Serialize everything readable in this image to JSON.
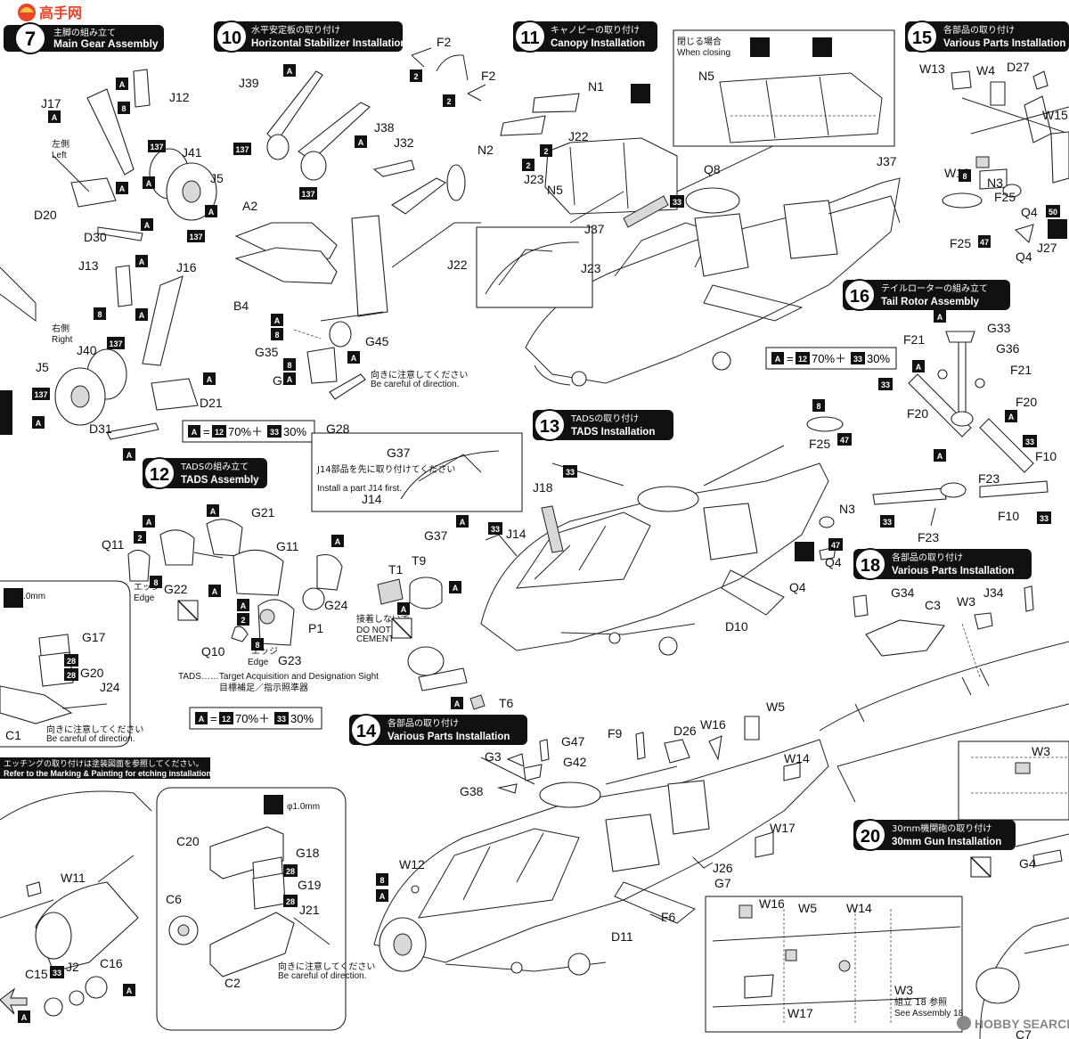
{
  "watermarks": {
    "top_left_logo": "高手网",
    "bottom_right": "HOBBY SEARCH"
  },
  "steps": [
    {
      "num": "7",
      "jp": "主脚の組み立て",
      "en": "Main Gear Assembly"
    },
    {
      "num": "10",
      "jp": "水平安定板の取り付け",
      "en": "Horizontal Stabilizer Installation"
    },
    {
      "num": "11",
      "jp": "キャノピーの取り付け",
      "en": "Canopy Installation"
    },
    {
      "num": "15",
      "jp": "各部品の取り付け",
      "en": "Various Parts Installation"
    },
    {
      "num": "16",
      "jp": "テイルローターの組み立て",
      "en": "Tail Rotor Assembly"
    },
    {
      "num": "13",
      "jp": "TADSの取り付け",
      "en": "TADS Installation"
    },
    {
      "num": "12",
      "jp": "TADSの組み立て",
      "en": "TADS Assembly"
    },
    {
      "num": "18",
      "jp": "各部品の取り付け",
      "en": "Various Parts Installation"
    },
    {
      "num": "14",
      "jp": "各部品の取り付け",
      "en": "Various Parts Installation"
    },
    {
      "num": "20",
      "jp": "30mm機関砲の取り付け",
      "en": "30mm Gun Installation"
    }
  ],
  "notes": {
    "closing_jp": "閉じる場合",
    "closing_en": "When closing",
    "left_jp": "左側",
    "left_en": "Left",
    "right_jp": "右側",
    "right_en": "Right",
    "direction_jp": "向きに注意してください",
    "direction_en": "Be careful of direction.",
    "j14_jp": "J14部品を先に取り付けてください",
    "j14_en": "Install a part J14 first.",
    "no_cement_jp": "接着しないで",
    "no_cement_en1": "DO NOT",
    "no_cement_en2": "CEMENT",
    "edge_jp": "エッジ",
    "edge_en": "Edge",
    "tads_def_en": "TADS……Target Acquisition and Designation Sight",
    "tads_def_jp": "目標補足／指示照準器",
    "etching_jp": "エッチングの取り付けは塗装図面を参照してください。",
    "etching_en": "Refer to the Marking & Painting for etching installation.",
    "drill": "φ1.0mm",
    "see_assembly_jp": "組立 18 参照",
    "see_assembly_en": "See Assembly 18",
    "mix_prefix": "A",
    "mix_eq": "=",
    "mix_c1": "12",
    "mix_p1": "70%＋",
    "mix_c2": "33",
    "mix_p2": "30%"
  },
  "colors": {
    "ink": "#111111",
    "tag_bg": "#111111",
    "tag_text": "#ffffff",
    "paper": "#ffffff"
  },
  "parts": {
    "p7": [
      "J17",
      "J12",
      "J41",
      "J5",
      "D20",
      "D30",
      "J13",
      "J16",
      "J40",
      "J5",
      "D21",
      "D31"
    ],
    "p10": [
      "J39",
      "J38",
      "J32",
      "A2",
      "B4",
      "G35",
      "G45",
      "G28",
      "G28"
    ],
    "p11": [
      "F2",
      "F2",
      "N1",
      "N2",
      "J22",
      "J23",
      "N5",
      "J37",
      "Q8",
      "J22",
      "J23",
      "N5",
      "J37"
    ],
    "p15": [
      "W13",
      "W4",
      "D27",
      "W15",
      "W18",
      "N3",
      "F25",
      "Q4",
      "F25",
      "Q4",
      "J27"
    ],
    "p16": [
      "F21",
      "G33",
      "G36",
      "F21",
      "F20",
      "F20",
      "F10",
      "F23",
      "F10",
      "F23"
    ],
    "p13": [
      "G37",
      "J14",
      "J18",
      "T1",
      "T9",
      "G37",
      "J14",
      "D10",
      "T6",
      "F25",
      "N3",
      "Q4",
      "Q4"
    ],
    "p12": [
      "G21",
      "Q11",
      "G22",
      "G11",
      "G24",
      "P1",
      "Q10",
      "G23",
      "G17",
      "G20",
      "J24",
      "C1"
    ],
    "p18": [
      "G34",
      "C3",
      "W3",
      "J34",
      "W3"
    ],
    "p14": [
      "G47",
      "F9",
      "D26",
      "W16",
      "W5",
      "W14",
      "G3",
      "G42",
      "G38",
      "W17",
      "J26",
      "G7",
      "W12",
      "F6",
      "D11",
      "W16",
      "W5",
      "W14",
      "W3",
      "W17"
    ],
    "p20": [
      "G4",
      "C7"
    ],
    "misc": [
      "C20",
      "G18",
      "G19",
      "J21",
      "C6",
      "C2",
      "W11",
      "C15",
      "J2",
      "C16"
    ]
  },
  "tags": {
    "A": "A",
    "n2": "2",
    "n8": "8",
    "n137": "137",
    "n33": "33",
    "n28": "28",
    "n47": "47",
    "n50": "50"
  }
}
